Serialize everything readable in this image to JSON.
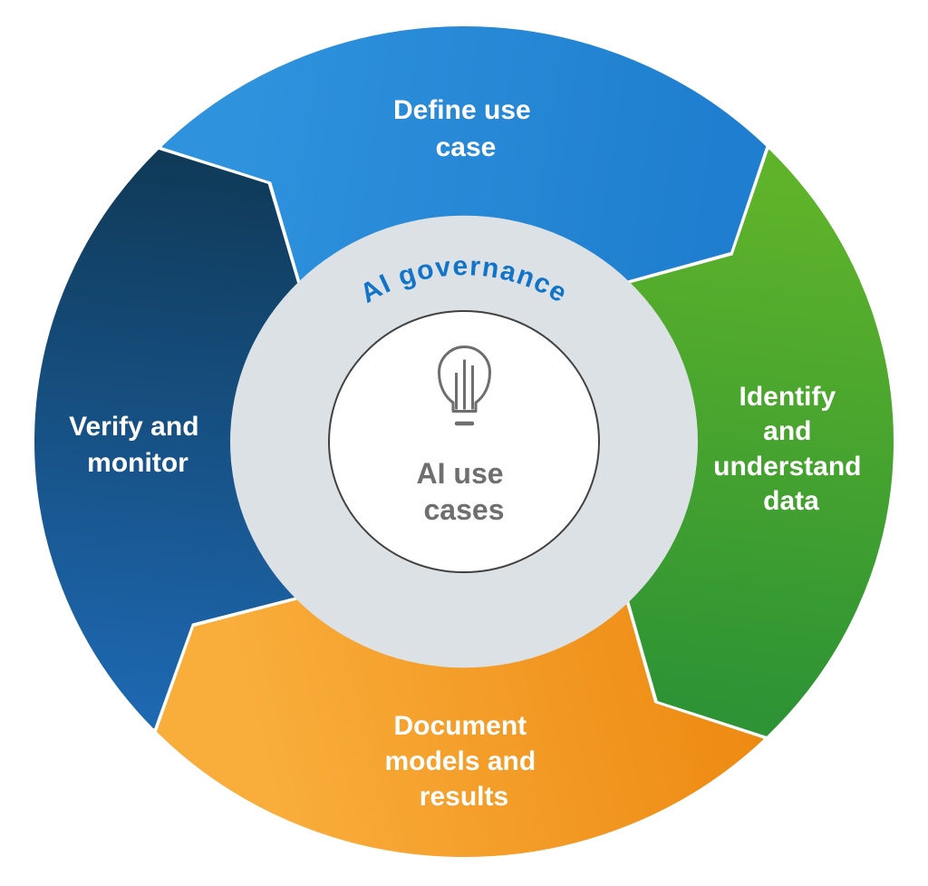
{
  "diagram": {
    "flow_direction": "clockwise",
    "ring": {
      "label": "AI governance",
      "text_color": "#1274c9",
      "ring_color": "#dce1e5"
    },
    "hub": {
      "lines": [
        "AI use",
        "cases"
      ],
      "text_color": "#6f6f6f",
      "icon": "lightbulb-icon",
      "icon_color": "#6e6e6e",
      "border_color": "#414141"
    },
    "segments": [
      {
        "id": "define-use-case",
        "position": "top",
        "lines": [
          "Define use",
          "case"
        ],
        "color_start": "#2e92dd",
        "color_end": "#1f7ecf"
      },
      {
        "id": "identify-and-understand-data",
        "position": "right",
        "lines": [
          "Identify",
          "and",
          "understand",
          "data"
        ],
        "color_start": "#5fb32a",
        "color_end": "#2d9334"
      },
      {
        "id": "document-models-and-results",
        "position": "bottom",
        "lines": [
          "Document",
          "models and",
          "results"
        ],
        "color_start": "#ed8a12",
        "color_end": "#f9ad3b"
      },
      {
        "id": "verify-and-monitor",
        "position": "left",
        "lines": [
          "Verify and",
          "monitor"
        ],
        "color_start": "#0f3854",
        "color_end": "#1e69b3"
      }
    ]
  }
}
